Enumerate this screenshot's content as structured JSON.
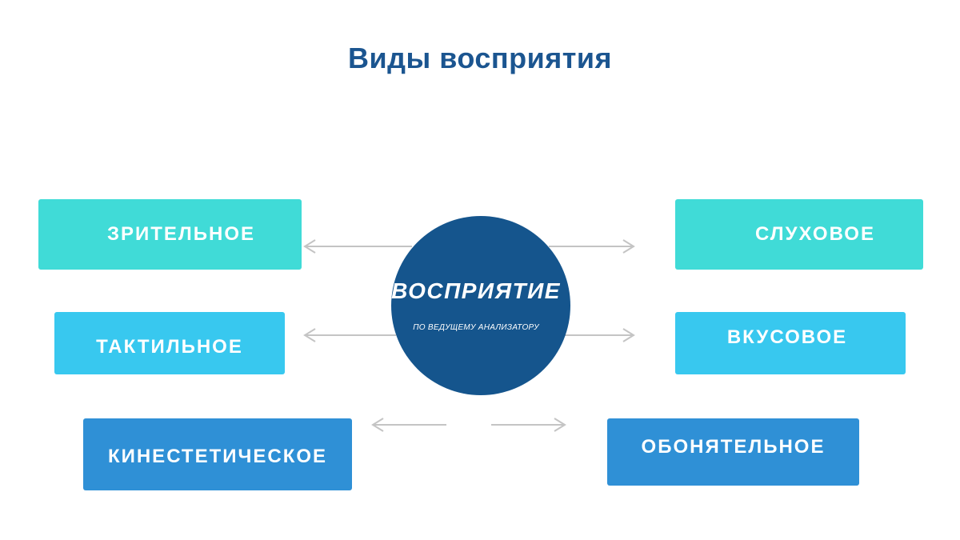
{
  "title": "Виды восприятия",
  "center": {
    "label": "ВОСПРИЯТИЕ",
    "sublabel": "ПО ВЕДУЩЕМУ АНАЛИЗАТОРУ"
  },
  "nodes": [
    {
      "label": "ЗРИТЕЛЬНОЕ"
    },
    {
      "label": "СЛУХОВОЕ"
    },
    {
      "label": "ТАКТИЛЬНОЕ"
    },
    {
      "label": "ВКУСОВОЕ"
    },
    {
      "label": "КИНЕСТЕТИЧЕСКОЕ"
    },
    {
      "label": "ОБОНЯТЕЛЬНОЕ"
    }
  ],
  "colors": {
    "title": "#1b5590",
    "circle": "#15558d",
    "row1": "#40dbd7",
    "row2": "#38c8ef",
    "row3": "#2f90d6",
    "arrow": "#c4c4c4"
  }
}
